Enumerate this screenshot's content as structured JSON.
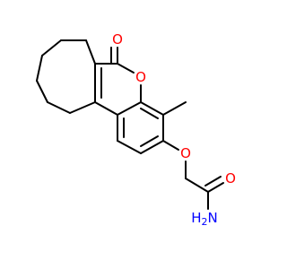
{
  "molecule": {
    "atoms": {
      "carbonyl_oxygen": {
        "label": "O",
        "color": "#ff0000"
      },
      "ring_oxygen": {
        "label": "O",
        "color": "#ff0000"
      },
      "ether_oxygen": {
        "label": "O",
        "color": "#ff0000"
      },
      "amide_oxygen": {
        "label": "O",
        "color": "#ff0000"
      },
      "amide_nitrogen": {
        "label": "H2N",
        "color": "#0000ff"
      },
      "nitrogen_main": "N",
      "nitrogen_prefix": "H",
      "nitrogen_subscript": "2"
    },
    "colors": {
      "bond": "#000000",
      "oxygen": "#ff0000",
      "nitrogen": "#0000ff"
    }
  }
}
